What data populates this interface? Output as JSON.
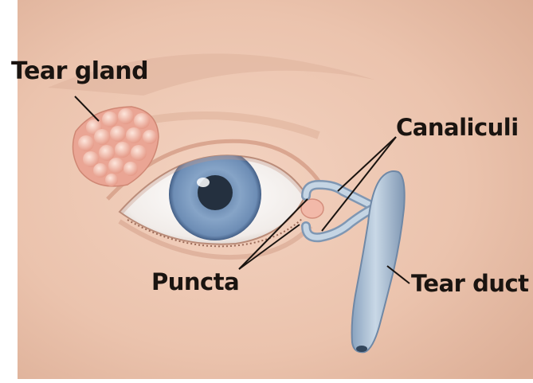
{
  "labels": {
    "tear_gland": "Tear gland",
    "canaliculi": "Canaliculi",
    "puncta": "Puncta",
    "tear_duct": "Tear duct"
  },
  "colors": {
    "skin": "#eec7b2",
    "skin_shadow": "#d9a88f",
    "iris": "#7d9bc0",
    "gland": "#f1b7a8",
    "duct": "#a9bfd6",
    "label_text": "#1a1410"
  }
}
